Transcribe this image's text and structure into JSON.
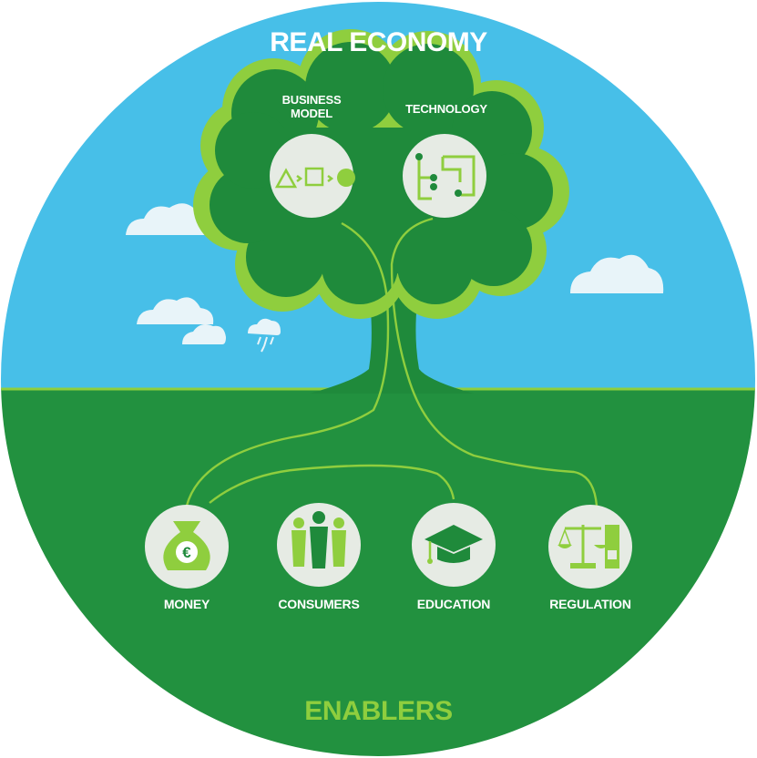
{
  "titles": {
    "top": "REAL ECONOMY",
    "bottom": "ENABLERS"
  },
  "tree_items": [
    {
      "label_line1": "BUSINESS",
      "label_line2": "MODEL",
      "icon": "business-model-flow-icon"
    },
    {
      "label_line1": "TECHNOLOGY",
      "label_line2": "",
      "icon": "technology-circuit-icon"
    }
  ],
  "enablers": [
    {
      "label": "MONEY",
      "icon": "euro-money-bag-icon"
    },
    {
      "label": "CONSUMERS",
      "icon": "consumers-people-icon"
    },
    {
      "label": "EDUCATION",
      "icon": "graduation-cap-icon"
    },
    {
      "label": "REGULATION",
      "icon": "scales-and-binder-icon"
    }
  ],
  "colors": {
    "sky": "#47bfe8",
    "ground": "#22913f",
    "tree_dark": "#1f8a3b",
    "tree_light": "#8fce3e",
    "icon_circle": "#e6ebe4",
    "accent": "#8fce3e"
  }
}
